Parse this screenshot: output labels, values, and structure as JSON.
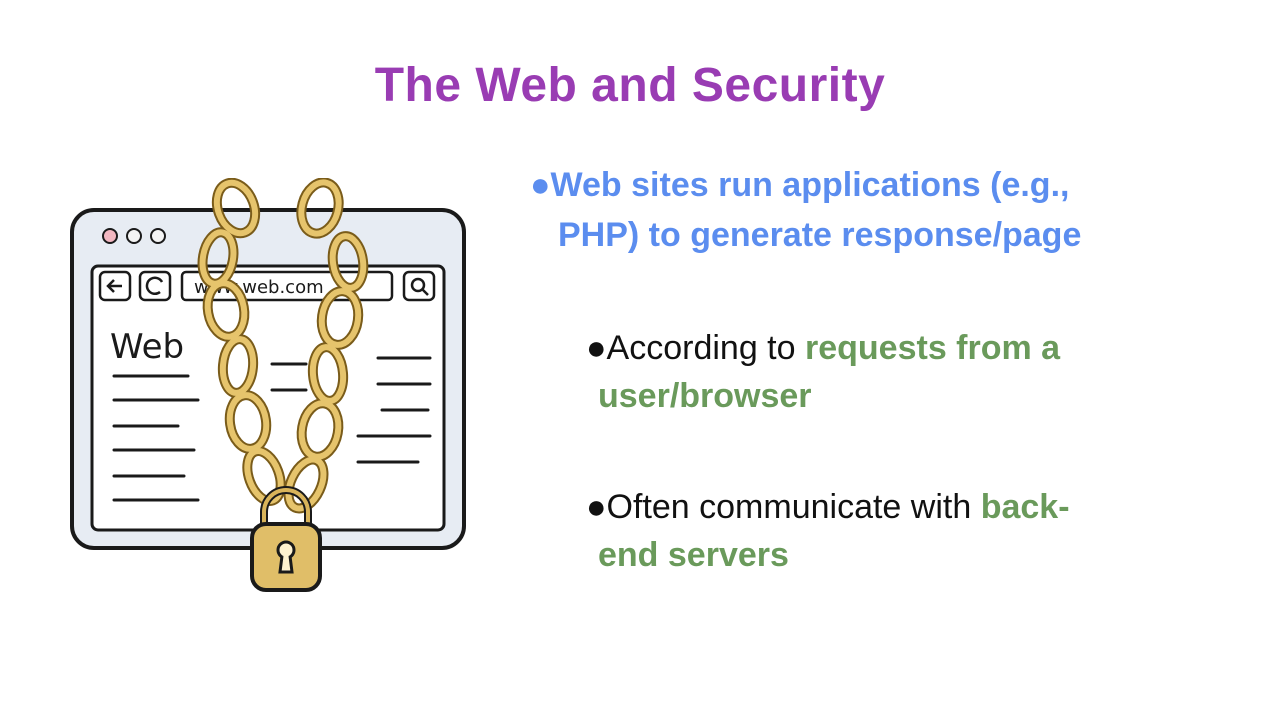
{
  "title": "The Web and Security",
  "illustration": {
    "icon": "chained-browser-lock-icon",
    "window_label": "Web",
    "url_text": "www.web.com"
  },
  "bullets": {
    "main": {
      "bullet": "●",
      "line1": "Web sites run applications (e.g.,",
      "line2": "PHP) to generate response/page"
    },
    "sub1": {
      "bullet": "●",
      "plain": "According to ",
      "highlight_line1": "requests from a",
      "highlight_line2": "user/browser"
    },
    "sub2": {
      "bullet": "●",
      "plain": "Often communicate with ",
      "highlight_line1": "back-",
      "highlight_line2": "end servers"
    }
  },
  "colors": {
    "title": "#993cb3",
    "main_bullet": "#5b8def",
    "highlight": "#6a9a5b",
    "text": "#111111"
  }
}
